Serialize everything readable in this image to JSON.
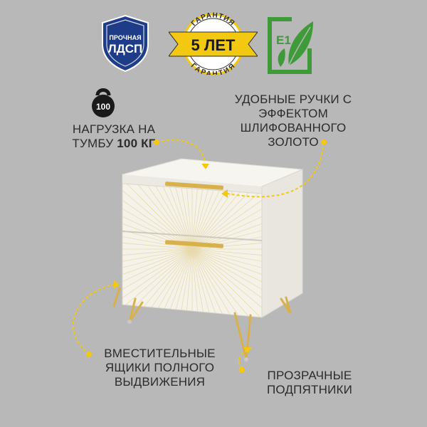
{
  "badges": {
    "ldsp": {
      "top": "ПРОЧНАЯ",
      "main": "ЛДСП"
    },
    "warranty": {
      "arc_top": "ГАРАНТИЯ",
      "main": "5 ЛЕТ",
      "arc_bottom": "ГАРАНТИЯ"
    },
    "eco": {
      "class": "E1"
    }
  },
  "features": {
    "load": {
      "weight_icon": "100",
      "line1": "НАГРУЗКА НА",
      "line2_prefix": "ТУМБУ",
      "line2_bold": "100 КГ"
    },
    "handles": {
      "line1": "УДОБНЫЕ РУЧКИ С",
      "line2": "ЭФФЕКТОМ",
      "line3": "ШЛИФОВАННОГО",
      "line4": "ЗОЛОТО"
    },
    "drawers": {
      "line1": "ВМЕСТИТЕЛЬНЫЕ",
      "line2": "ЯЩИКИ ПОЛНОГО",
      "line3": "ВЫДВИЖЕНИЯ"
    },
    "feet": {
      "line1": "ПРОЗРАЧНЫЕ",
      "line2": "ПОДПЯТНИКИ"
    }
  },
  "colors": {
    "background": "#b8b8b8",
    "accent_yellow": "#f2c811",
    "shield_blue": "#1f3c88",
    "eco_green": "#3f9a3a",
    "gold": "#d8b14a"
  }
}
